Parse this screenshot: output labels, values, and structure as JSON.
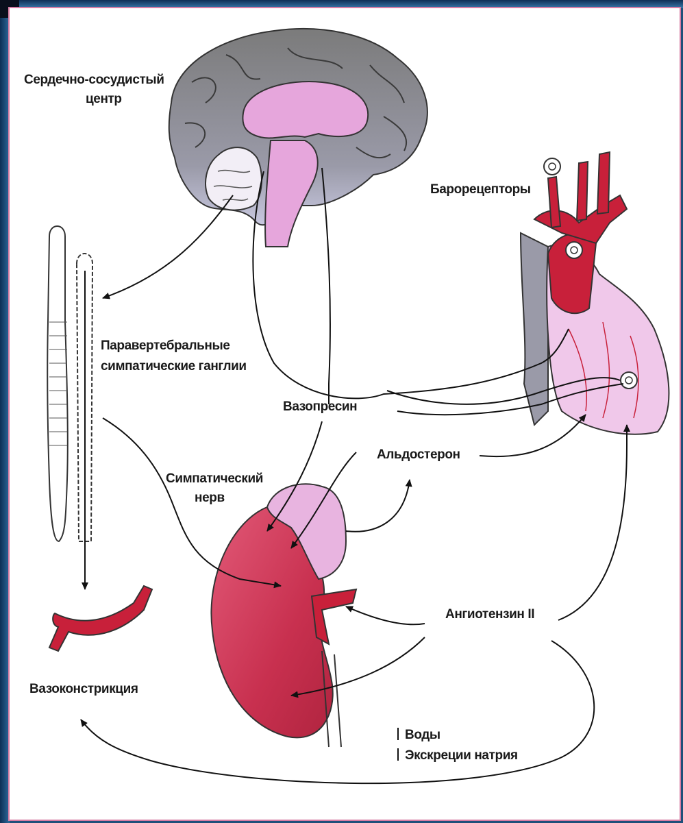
{
  "labels": {
    "cardiovascular_center": [
      "Сердечно-сосудистый",
      "центр"
    ],
    "baroreceptors": "Барорецепторы",
    "paravertebral_ganglia": [
      "Паравертебральные",
      "симпатические ганглии"
    ],
    "vasopressin": "Вазопресин",
    "aldosterone": "Альдостерон",
    "sympathetic_nerve": [
      "Симпатический",
      "нерв"
    ],
    "angiotensin": "Ангиотензин II",
    "vasoconstriction": "Вазоконстрикция",
    "water": "Воды",
    "sodium_excretion": "Экскреции натрия"
  },
  "colors": {
    "frame": "#1f4f7a",
    "panel_border": "#d77da4",
    "brain_gray": "#8c8c8c",
    "brain_pink": "#e6a6dc",
    "organ_red": "#c8203a",
    "kidney": "#c83a5c",
    "adrenal": "#e8b4e0"
  }
}
